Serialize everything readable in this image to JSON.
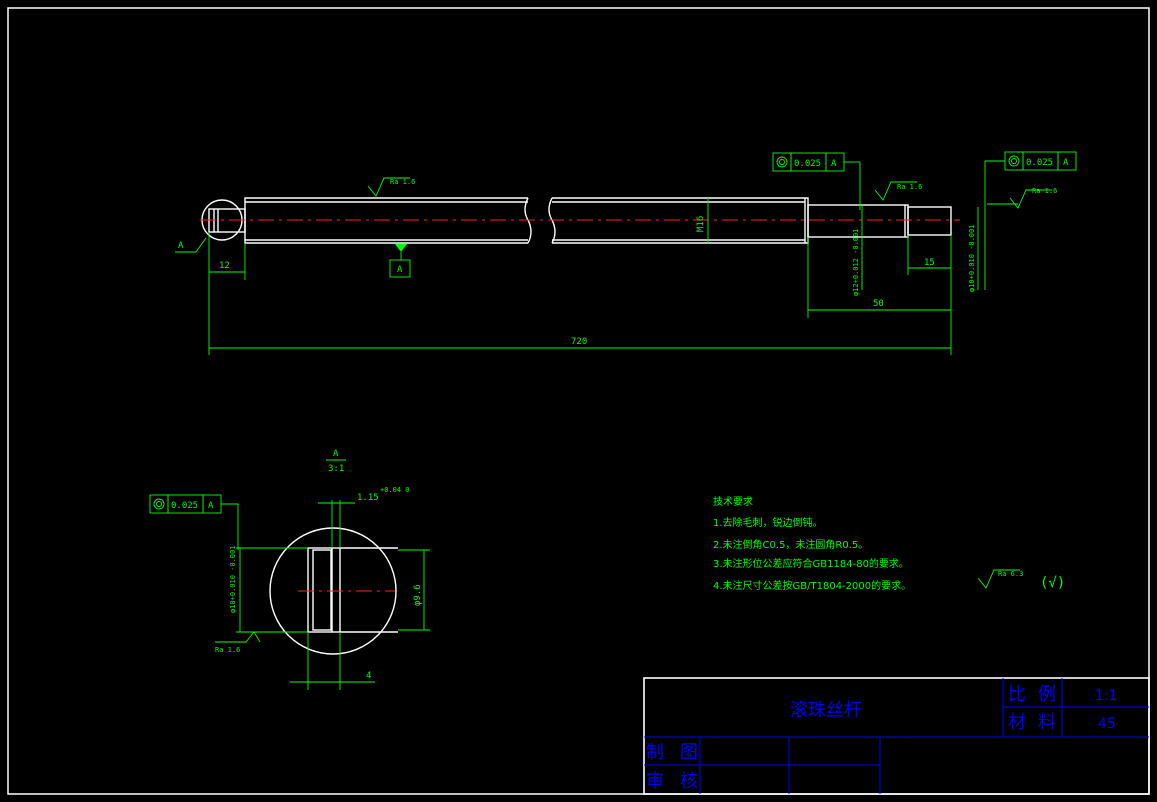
{
  "drawing": {
    "title": "滚珠丝杆",
    "scale_label": "比例",
    "scale_value": "1:1",
    "material_label": "材料",
    "material_value": "45",
    "drawn_label": "制图",
    "checked_label": "审核"
  },
  "dimensions": {
    "overall_length": "720",
    "left_offset": "12",
    "step_length": "50",
    "end_length": "15",
    "thread": "M16",
    "dia_12": "φ12+0.012 -0.001",
    "dia_10": "φ10+0.010 -0.001",
    "detail_dia_10": "φ10+0.010 -0.001",
    "detail_dia_9_6": "φ9.6",
    "detail_groove": "1.15",
    "detail_groove_tol": "+0.04 0",
    "detail_width": "4"
  },
  "tolerances": {
    "runout_value": "0.025",
    "datum": "A"
  },
  "roughness": {
    "ra16": "Ra 1.6",
    "ra63": "Ra 6.3"
  },
  "detail": {
    "label": "A",
    "scale": "3:1"
  },
  "notes": {
    "heading": "技术要求",
    "items": [
      "1.去除毛刺，锐边倒钝。",
      "2.未注倒角C0.5，未注圆角R0.5。",
      "3.未注形位公差应符合GB1184-80的要求。",
      "4.未注尺寸公差按GB/T1804-2000的要求。"
    ]
  },
  "general_roughness": "(√)"
}
